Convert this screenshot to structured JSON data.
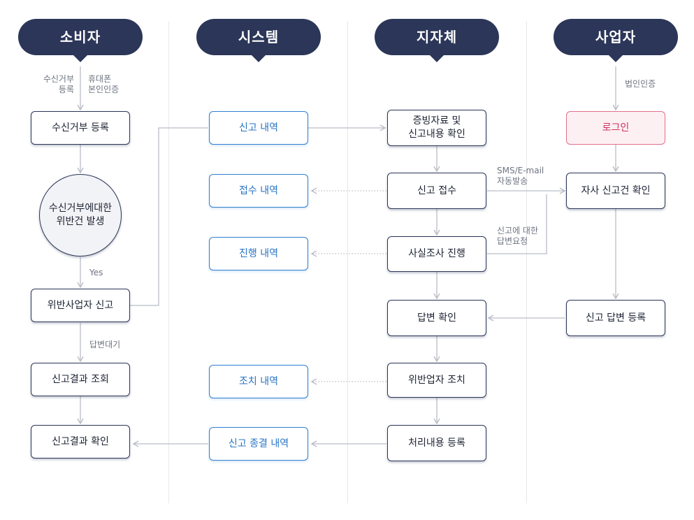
{
  "colors": {
    "navy": "#2b3658",
    "blue": "#2f7fd0",
    "pink": "#e2708b",
    "arrow": "#b9bdc6",
    "text_gray": "#6e7480"
  },
  "lanes": {
    "consumer": "소비자",
    "system": "시스템",
    "local_gov": "지자체",
    "business": "사업자"
  },
  "consumer": {
    "note_register": "수신거부\n등록",
    "note_phone_auth": "휴대폰\n본인인증",
    "register": "수신거부 등록",
    "violation_occurs": "수신거부에대한\n위반건 발생",
    "yes": "Yes",
    "report_violator": "위반사업자 신고",
    "note_wait_answer": "답변대기",
    "query_result": "신고결과 조회",
    "confirm_result": "신고결과 확인"
  },
  "system": {
    "report_history": "신고 내역",
    "receipt_history": "접수 내역",
    "progress_history": "진행 내역",
    "action_history": "조치 내역",
    "closure_history": "신고 종결 내역"
  },
  "local_gov": {
    "verify_evidence": "증빙자료 및\n신고내용 확인",
    "receive_report": "신고 접수",
    "investigate": "사실조사 진행",
    "confirm_answer": "답변 확인",
    "action_violator": "위반업자 조치",
    "register_processing": "처리내용 등록",
    "note_sms": "SMS/E-mail\n자동발송",
    "note_answer_request": "신고에 대한\n답변요청"
  },
  "business": {
    "note_corp_auth": "법인인증",
    "login": "로그인",
    "check_reports": "자사 신고건 확인",
    "register_answer": "신고 답변 등록"
  }
}
